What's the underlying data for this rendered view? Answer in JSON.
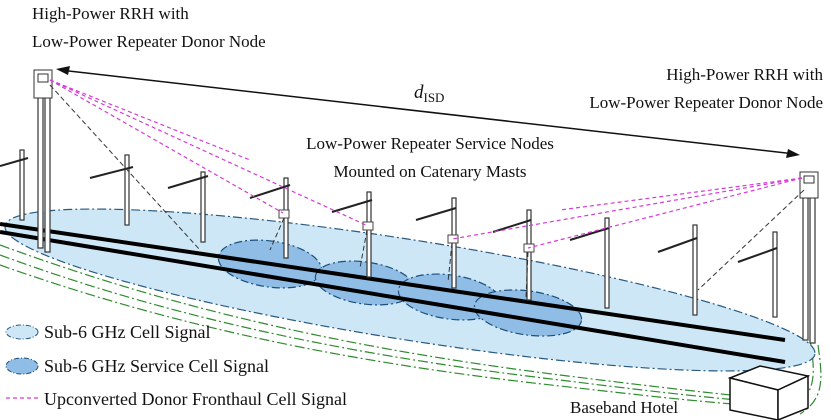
{
  "labels": {
    "rrh_left_line1": "High-Power RRH with",
    "rrh_left_line2": "Low-Power Repeater Donor Node",
    "rrh_right_line1": "High-Power RRH with",
    "rrh_right_line2": "Low-Power Repeater Donor Node",
    "d_main": "d",
    "d_sub": "ISD",
    "service_line1": "Low-Power Repeater Service Nodes",
    "service_line2": "Mounted on Catenary Masts",
    "baseband": "Baseband Hotel"
  },
  "legend": [
    {
      "key": "cell",
      "label": "Sub-6 GHz Cell Signal"
    },
    {
      "key": "service",
      "label": "Sub-6 GHz Service Cell Signal"
    },
    {
      "key": "fronthaul",
      "label": "Upconverted Donor Fronthaul Cell Signal"
    }
  ],
  "colors": {
    "cell_fill": "#cde7f7",
    "cell_stroke": "#2a5a80",
    "service_fill": "#8fbde6",
    "service_stroke": "#1d4f7a",
    "fronthaul": "#d63bd6",
    "cabling": "#2e8b2e"
  }
}
